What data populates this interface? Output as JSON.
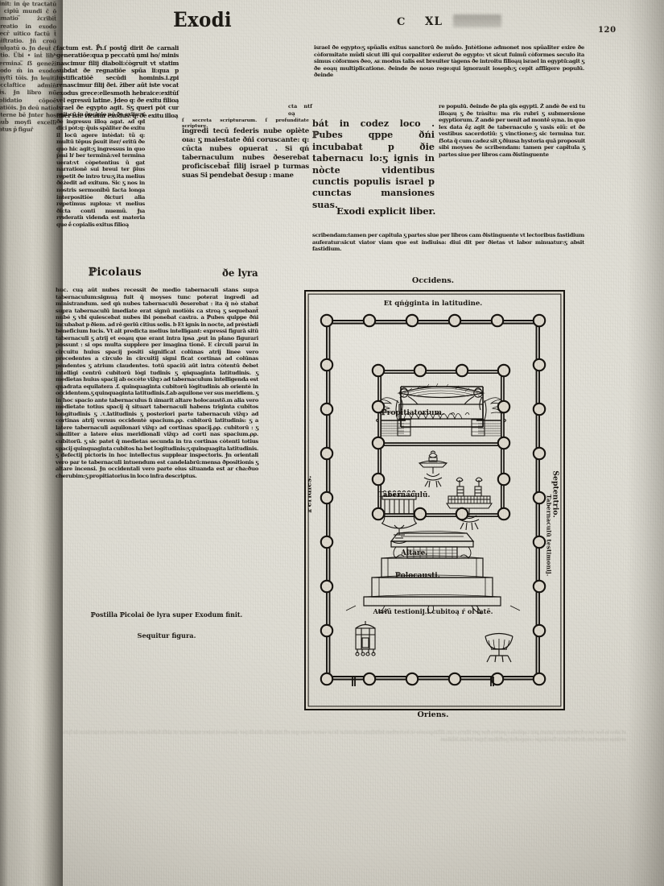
{
  "document": {
    "kind": "incunabulum-page",
    "running_head": {
      "book_title": "Exodi",
      "chapter_mark": "C",
      "chapter_number": "XL",
      "folio": "120"
    }
  },
  "gutter": {
    "facing_page_text": "finit: in q̄e tractatū ē cipiū mundi c̄ ō ûmatio ̅žcribit̄ creatio in exodo recr̄ uitico factū t̄ niftratio. Ɉn̄ croū culgatū o. Ɉn deut̄ c̄ ctio. Übi • int̄ libʰ termina.̅ ẞ geneži codo m̄ in exodo myftī tōis. Ɉn leuitī ecclaftice admin̄ tis. Ɉn libro nū̄ folidatio cōpoē ratiōis. Ɉn deū natio eterne bē Ɉnter hos nub̄ moyfi excellī latus p̄ figur̄"
  },
  "bleed_through": {
    "text": "et ideo in hoc loco fcribendum tamen per capitula z partes fiue per libros cum diftinguente ut lectoribus faftidium auferatur ficut viator viam que eft indiuifa dividit per diaetas ut labor minuatur et abfit faftidium amen feruus dei nicolaus de lyra ordinis minorum doctor facre theologie compofuit poftillam fuper totam bibliam"
  },
  "columns": {
    "col_a": "factum est. ℙ̄ı.ſ postġ̄ dirit ðe carnali generatiōe:qua p peccatū ņmi ho/ minis nascimur filiј diaboli:ćògruit vt statim subdat ðe regnatiōe spũa li:qua p iustificatiōē secūdi hominis.i.ẕpi renascimur filiј ðei. žiber aūt iste vocat exodus grece:ellesmoth hebraice:exitūſ vel egressū latine. Ɉdeo q: ðe exitu filioą israel ðe egypto agit. Sƽ queri pòt cur liber iste vicatur exodus: q: ðe exitu illoą",
    "col_a2": "agit:cū in p̃ncipio nò ðe exitu: ŕ ðe ingressu illoą agat. ᴀd qd dici pòt:q: q̃uis spāliter ðe exitu il locū agere intèdat: tũ q: multū tēpus p̄suit iter/ eritū ðe quo hic agit:ƽ ingressus in quo p̃mi lŕ ber terminā:vel termina uerat:vt còpetentius ũ gat narrationē sui breui ter p̅ius repetit ðe intro tru:ƽ ita melius ðeżedit ad exitum. Sic ƽ nos in nostris sermonibũ facta longa interpositiòe ðicturi alia repetimus ıųploıa: vt melius ðicta conti nuemũ. Ɉıa ıͳıderatiı videnda est materia que ḗ copialis exitus filioą",
    "col_b_head": "ſ secreta scripturarum. ſ profunditate scripture.",
    "col_b": "ingredi tecū federis nube opiète oıa: ƽ maiestate ðńi coruscante: q: cūcta nubes opuerat . Si qń tabernaculum nubes ðeserebat proficiscebat̄ filiј israel p turmas suas Si pendebat ðesup : mane",
    "col_c": "israel ðe egypto:ƽ spũalis exitus sanctorū ðe mũdo. Ɉntètione admonet nos spũaliter exire ðe còformitate mũdi sicut illi qui corpaliter exierut ðe egypto: vt sicut fuimũ còformes seculo ita simus còformes ðeo, ᴀᴇ modus talis est breuiter tàgens ðe introitu filioąų israel in egyptū:agit ƽ ðe eoąų multiplicatione. ðeinde ðe nouo rege:qui ignorauit ioseph:ƽ cepit affligere populū. ðeinde",
    "col_d_lead": "bát in codez loco . ℙubes qppe ðńi incubabat p ðie tabernacu lo:ƽ ignis in nòcte videntibus cunctis populis israel p cunctas mansiones suas.",
    "explicit": "Exodi explicit liber.",
    "col_e": "re populū. ðeinde ðe pla gis egypti. Ż andè ðe exi tu illoąıų ƽ ðe tràsitu: ma ris rubri ƽ submersione egyptiorum. Ż andè per uenit ad montē syna. in quo lex data ḗẕ agit ðe tabernaculo ƽ vasis eiũ: et ðe vestibus sacerdotiū: ƽ vinctione:ƽ sic termina tur. ẞota q̄ cum cadez sit ƽ ðiuısa hystoria quā proposuit sibi moyses ðe scribendam: tamen per capitula ƽ partes siue per libros cam ðistinguente",
    "col_f": "scribendam:tamen per capitula ƽ partes siue per libros cam ðistinguente vt lectoribus fastidium auferatur:sicut viator viam que est indiuisa: diui dit per ðietas vt labor minuatur:ƽ absit fastidium.",
    "col_narrow_left": "cta ntf oą"
  },
  "commentary": {
    "heading_left": "ℙicolaus",
    "heading_right": "ðe lyra",
    "body": "huc. cuą aūt nubes recessit ðe medio tabernaculi stans sup:a tabernaculum:signuą fuit q̄ moyses tunc poterat ingredi ad ministrandum. sed qń nubes tabernaculū ðeserebat : ita q̄ nò stabat supra tabernaculū imediate erat signū motiòis ca stroą ƽ sequebant̄ nubé ƽ vbi quiescebat nubes ibi ponebat castra. a ℙubes quippe ðńi incubabat p ðiem. ad rē geriū citius solis. b Et ignis in nocte, ad prèstàdi beneficium lucis. Vt ait predicta melius intelligant: expressi figurā sitū tabernaculi ƽ atriј et eoąıų que erant intra ipsa ,put in plano figurari possunt : si ops multa supplere per imagina tionē. E circuli parui in circuitu huius spaciј positi significat colūnas atriј linee vero precedentes a circulo in circuitiј signi ficat cortinas ad colūnas pendentes ƽ atrium claudentes. totū spaciū aūt intra còtentū ðebet intelligi centrū cubitorū lògi tudinis ƽ qńquaginta latitudinis. ƽ medietas huius spaciј ab occète vižqɔ ad tabernaculum intelligenda est quadrata equilatera .f. quinquaginta cubitorū lògitudinis ab orientè in occidentem.ƽ quinquaginta latitudinis.f.ab aquilone ver sus meridiem. ƽ in hoc spacio ante tabernaculus ſı ıimarit altare holocausto̅.ın alia vero medietate totius spaciј q̄ situart tabernaculi habens triginta cubitos longitudinis ƽ .τ.latitudinis ƽ posteriori parte tabernaculı vižqɔ ad cortinas atriј versus occidentè spacium.ρρ. cubitorū latitudinis: ƽ a latere tabernaculi aquilonari vižqɔ ad cortinas spaciј.ρρ. cubitorū : ƽ similiter a latere eius meridionali vižqɔ ad corti nas spacium.ρρ. cubitoru̅. ƽ sic patet q̄ medietas secunda in tra cortinas còtenti totius spaciј quinquaginta cubitos ha bet logitudinis:ƽ quinquagita latitudinis. ƽ defectiј pictoris in hoc intellectus supplear inspectoris. Ɉn orientali vero par te tabernaculi intuendum est candelabrū:mensa ðpositionis ƽ altare incensi. Ɉn occidentali vero parte eius situanda est ar cha:ðuo cherubim:ƽ propitiatorius in loco infra descriptus.",
    "colophon_1": "ℙostilla ℙicolai ðe lyra super Exodum finit.",
    "colophon_2": "Sequitur figura."
  },
  "figure": {
    "name": "tabernacle-plan-woodcut",
    "labels": {
      "occidens": "Occidens.",
      "oriens": "Oriens.",
      "meridies": "ℙeridies.",
      "septentrio": "Septentrio.",
      "latitudo": "Et qńġginta in latitudine.",
      "atrium": "Atriū testioniј.l.cubitoą ŕ ol latē.",
      "tabernaculum": "Tabernaculū.",
      "tabernaculum_testimonii": "Tabernaculū testimoniј.",
      "propitiatorium": "ℙropitiatorium.",
      "altare": "Altare.",
      "holocausti": "ℙolocausti."
    },
    "objects": [
      {
        "name": "ark-of-covenant-with-cherubim",
        "label": "ℙropitiatorium."
      },
      {
        "name": "menorah-seven-branched-lampstand",
        "label": ""
      },
      {
        "name": "altar-of-incense",
        "label": ""
      },
      {
        "name": "table-of-showbread",
        "label": ""
      },
      {
        "name": "altar-of-burnt-offering",
        "label": "Altare. ℙolocausti."
      },
      {
        "name": "laver-basin",
        "label": ""
      },
      {
        "name": "lantern-vessel",
        "label": ""
      }
    ],
    "pillar_counts": {
      "outer_long_side": 10,
      "outer_short_side": 6,
      "inner_ring": 14
    }
  }
}
